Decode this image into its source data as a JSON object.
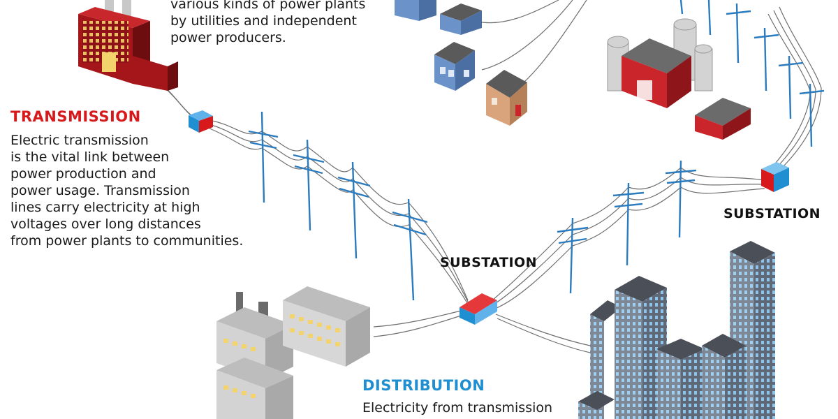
{
  "generation": {
    "lines": [
      "various kinds of power plants",
      "by utilities and independent",
      "power producers."
    ]
  },
  "transmission": {
    "title": "TRANSMISSION",
    "lines": [
      "Electric transmission",
      "is the vital link between",
      "power production and",
      "power usage. Transmission",
      "lines carry electricity at high",
      "voltages over long distances",
      "from power plants to communities."
    ]
  },
  "distribution": {
    "title": "DISTRIBUTION",
    "lines": [
      "Electricity from transmission"
    ]
  },
  "substation_right": "SUBSTATION",
  "substation_center": "SUBSTATION",
  "colors": {
    "transmission_heading": "#d7191c",
    "distribution_heading": "#1f8fd1",
    "power_plant": "#a5161b",
    "houses": "#6b93c9",
    "barn": "#c9252b",
    "buildings": "#8d9aab",
    "factory": "#d3d3d3"
  }
}
